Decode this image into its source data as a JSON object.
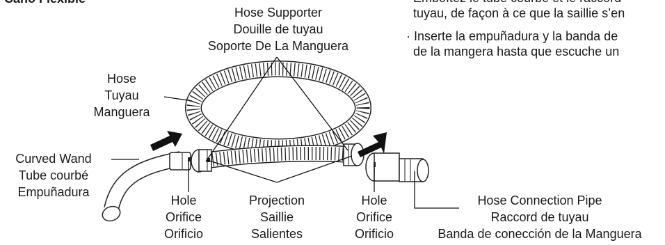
{
  "title": "Caño Flexible",
  "instructions": [
    "Emboîtez le tube courbé et le raccord",
    "tuyau, de façon à ce que la saillie s’en",
    "· Inserte la empuñadura y la banda de",
    "de la mangera hasta que escuche un"
  ],
  "labels": {
    "hose_supporter": [
      "Hose Supporter",
      "Douille de tuyau",
      "Soporte De La Manguera"
    ],
    "hose": [
      "Hose",
      "Tuyau",
      "Manguera"
    ],
    "curved_wand": [
      "Curved Wand",
      "Tube courbé",
      "Empuñadura"
    ],
    "hole_left": [
      "Hole",
      "Orifice",
      "Orificio"
    ],
    "projection": [
      "Projection",
      "Saillie",
      "Salientes"
    ],
    "hole_right": [
      "Hole",
      "Orifice",
      "Orificio"
    ],
    "hose_connection_pipe": [
      "Hose Connection Pipe",
      "Raccord de tuyau",
      "Banda de conección de la Manguera"
    ]
  }
}
